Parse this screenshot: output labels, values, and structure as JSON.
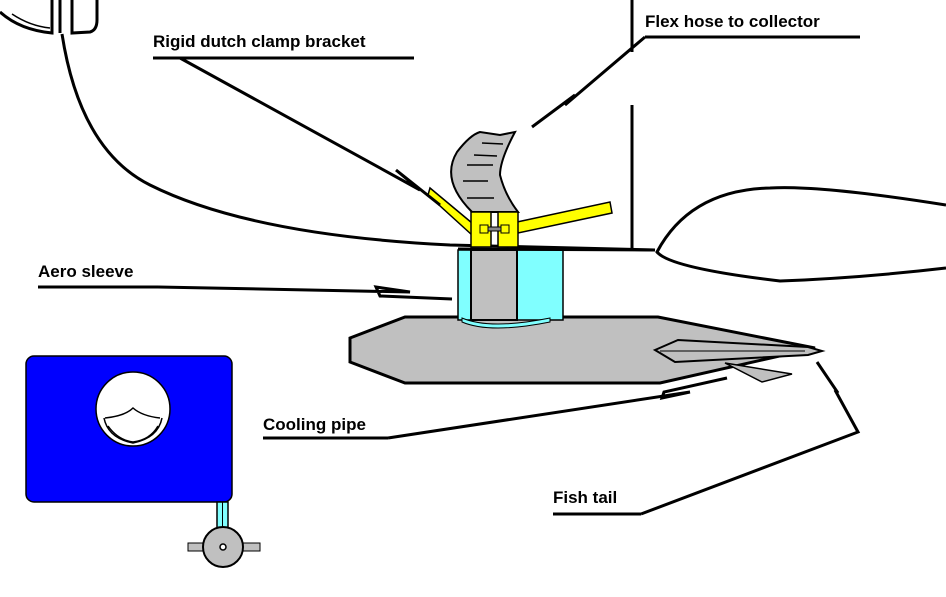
{
  "labels": {
    "clamp": "Rigid dutch clamp bracket",
    "flex_hose": "Flex hose to collector",
    "aero_sleeve": "Aero sleeve",
    "cooling_pipe": "Cooling pipe",
    "fish_tail": "Fish tail"
  },
  "colors": {
    "pipe": "#c0c0c0",
    "clamp": "#ffff00",
    "sleeve": "#80ffff",
    "tank": "#0000ff"
  }
}
